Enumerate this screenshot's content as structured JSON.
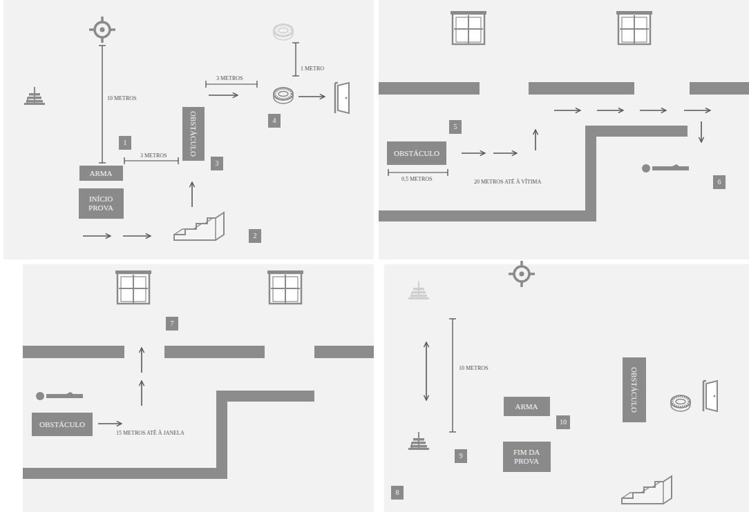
{
  "diagram": {
    "nodes": [
      {
        "text": [
          "ARMA"
        ]
      },
      {
        "text": [
          "INÍCIO PROVA"
        ]
      },
      {
        "text": [
          "1"
        ]
      },
      {
        "text": [
          "OBSTÁCULO"
        ]
      },
      {
        "text": [
          "3"
        ]
      },
      {
        "text": [
          "2"
        ]
      },
      {
        "text": [
          "4"
        ]
      },
      {
        "text": [
          "OBSTÁCULO"
        ]
      },
      {
        "text": [
          "5"
        ]
      },
      {
        "text": [
          "6"
        ]
      },
      {
        "text": [
          "OBSTÁCULO"
        ]
      },
      {
        "text": [
          "7"
        ]
      },
      {
        "text": [
          "8"
        ]
      },
      {
        "text": [
          "9"
        ]
      },
      {
        "text": [
          "ARMA"
        ]
      },
      {
        "text": [
          "10"
        ]
      },
      {
        "text": [
          "FIM DA PROVA"
        ]
      },
      {
        "text": [
          "OBSTÁCULO"
        ]
      }
    ],
    "labels": [
      "10 METROS",
      "3 METROS",
      "3 METROS",
      "1 METRO",
      "0,5 METROS",
      "20 METROS ATÉ À VÍTIMA",
      "15 METROS ATÉ À JANELA",
      "10 METROS"
    ]
  }
}
